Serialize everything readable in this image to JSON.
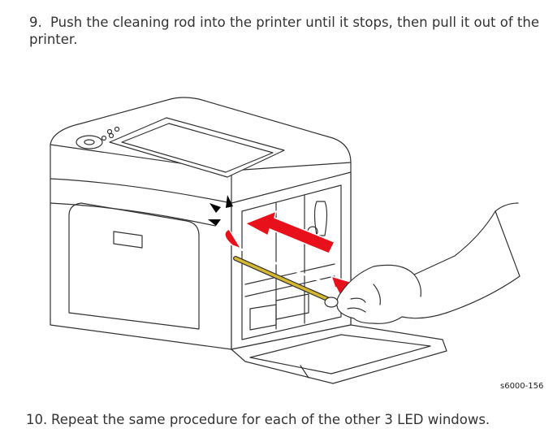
{
  "steps": [
    {
      "number": "9.",
      "text": "Push the cleaning rod into the printer until it stops, then pull it out of the printer."
    },
    {
      "number": "10.",
      "text": "Repeat the same procedure for each of the other 3 LED windows."
    }
  ],
  "figure": {
    "id_label": "s6000-156",
    "arrow_color": "#e8101a",
    "rod_color": "#d6b830"
  }
}
